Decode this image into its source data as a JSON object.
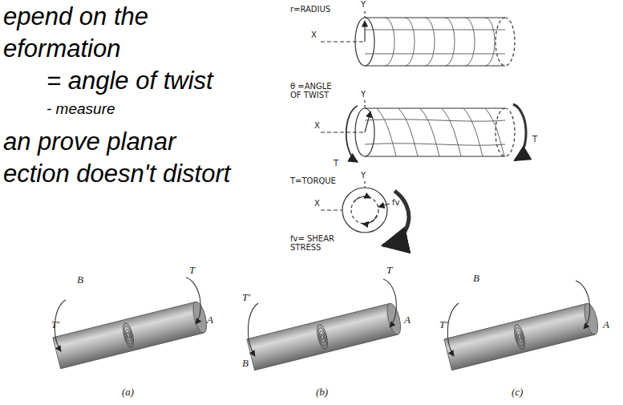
{
  "diagram": {
    "labels": [
      "epend on the",
      "eformation",
      "= angle of twist",
      "- measure",
      "an prove planar",
      "ection doesn't distort",
      "r=RADIUS",
      "Y",
      "X",
      "θ =ANGLE OF TWIST",
      "Y",
      "X",
      "T",
      "T",
      "T=TORQUE",
      "Y",
      "X",
      "fv",
      "fv= SHEAR STRESS",
      "T",
      "B",
      "T'",
      "T",
      "A",
      "(a)",
      "T'",
      "B",
      "T",
      "A",
      "(b)",
      "B",
      "T'",
      "A",
      "(c)"
    ]
  }
}
